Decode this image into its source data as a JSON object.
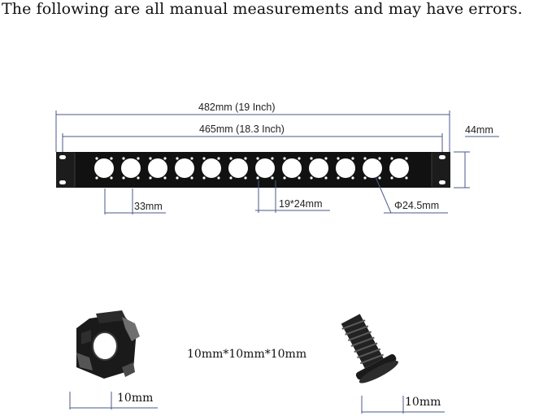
{
  "header": {
    "text": "The following are all manual measurements and may have errors."
  },
  "panel": {
    "overall_width_label": "482mm  (19 Inch)",
    "inner_width_label": "465mm  (18.3 Inch)",
    "height_label": "44mm",
    "hole_spacing_label": "33mm",
    "mount_hole_label": "19*24mm",
    "hole_diameter_label": "Φ24.5mm",
    "hole_count": 12,
    "color": "#111111"
  },
  "hardware": {
    "cage_nut_size_label": "10mm",
    "overall_size_label": "10mm*10mm*10mm",
    "screw_size_label": "10mm"
  }
}
